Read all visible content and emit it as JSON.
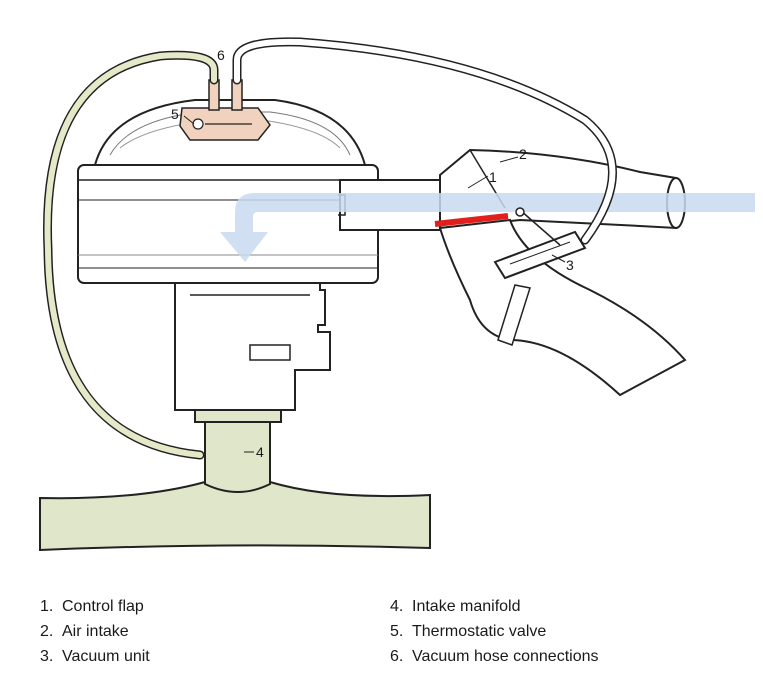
{
  "diagram": {
    "callouts": [
      {
        "id": "1",
        "text": "1"
      },
      {
        "id": "2",
        "text": "2"
      },
      {
        "id": "3",
        "text": "3"
      },
      {
        "id": "4",
        "text": "4"
      },
      {
        "id": "5",
        "text": "5"
      },
      {
        "id": "6",
        "text": "6"
      }
    ]
  },
  "legend": {
    "items": [
      {
        "number": "1.",
        "label": "Control flap"
      },
      {
        "number": "2.",
        "label": "Air intake"
      },
      {
        "number": "3.",
        "label": "Vacuum unit"
      },
      {
        "number": "4.",
        "label": "Intake manifold"
      },
      {
        "number": "5.",
        "label": "Thermostatic valve"
      },
      {
        "number": "6.",
        "label": "Vacuum hose connections"
      }
    ]
  },
  "colors": {
    "housing_fill": "#ffffff",
    "line": "#222222",
    "hose_fill": "#e6e9c8",
    "manifold_fill": "#dfe6c9",
    "valve_fill": "#f0d2be",
    "airflow_arrow": "#c8daf0",
    "control_flap": "#e0201c"
  }
}
